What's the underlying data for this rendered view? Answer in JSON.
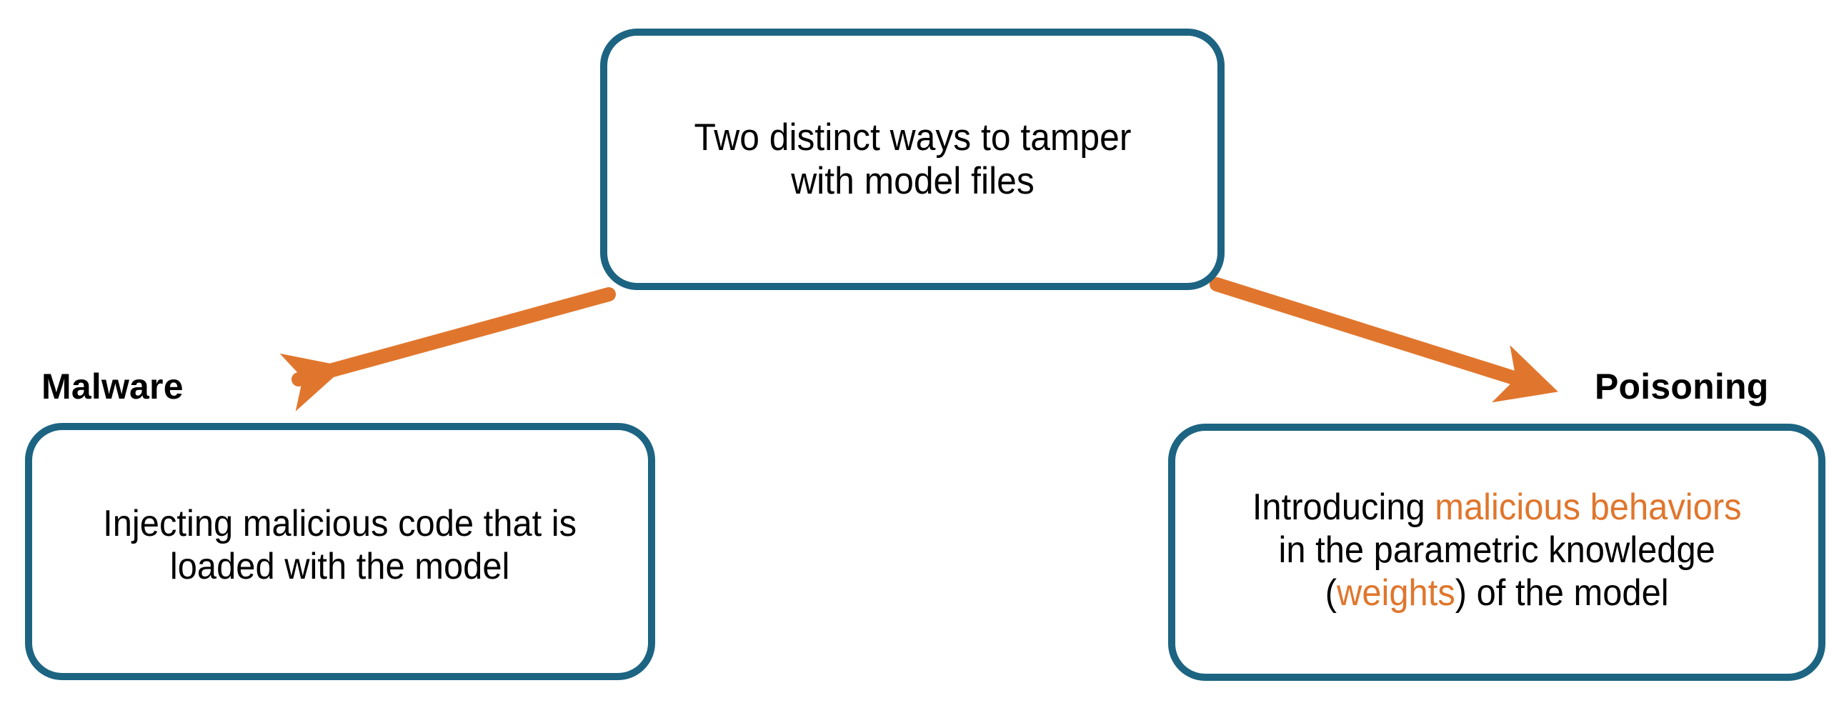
{
  "diagram": {
    "title": "Two distinct ways to tamper with model files",
    "type": "tree",
    "colors": {
      "node_border": "#1C6482",
      "arrow": "#E0762D",
      "highlight_text": "#E0762D",
      "body_text": "#000000",
      "background": "#FFFFFF"
    },
    "root": {
      "id": "root",
      "text": "Two distinct ways to tamper\nwith model files"
    },
    "branches": [
      {
        "id": "malware",
        "label": "Malware",
        "arrow": "arrow-down-left-icon",
        "node": {
          "segments": [
            {
              "text": "Injecting malicious code that is\nloaded with the model",
              "highlight": false
            }
          ]
        }
      },
      {
        "id": "poisoning",
        "label": "Poisoning",
        "arrow": "arrow-down-right-icon",
        "node": {
          "segments": [
            {
              "text": "Introducing ",
              "highlight": false
            },
            {
              "text": "malicious behaviors",
              "highlight": true
            },
            {
              "text": "\nin the parametric knowledge\n(",
              "highlight": false
            },
            {
              "text": "weights",
              "highlight": true
            },
            {
              "text": ") of the model",
              "highlight": false
            }
          ]
        }
      }
    ]
  }
}
